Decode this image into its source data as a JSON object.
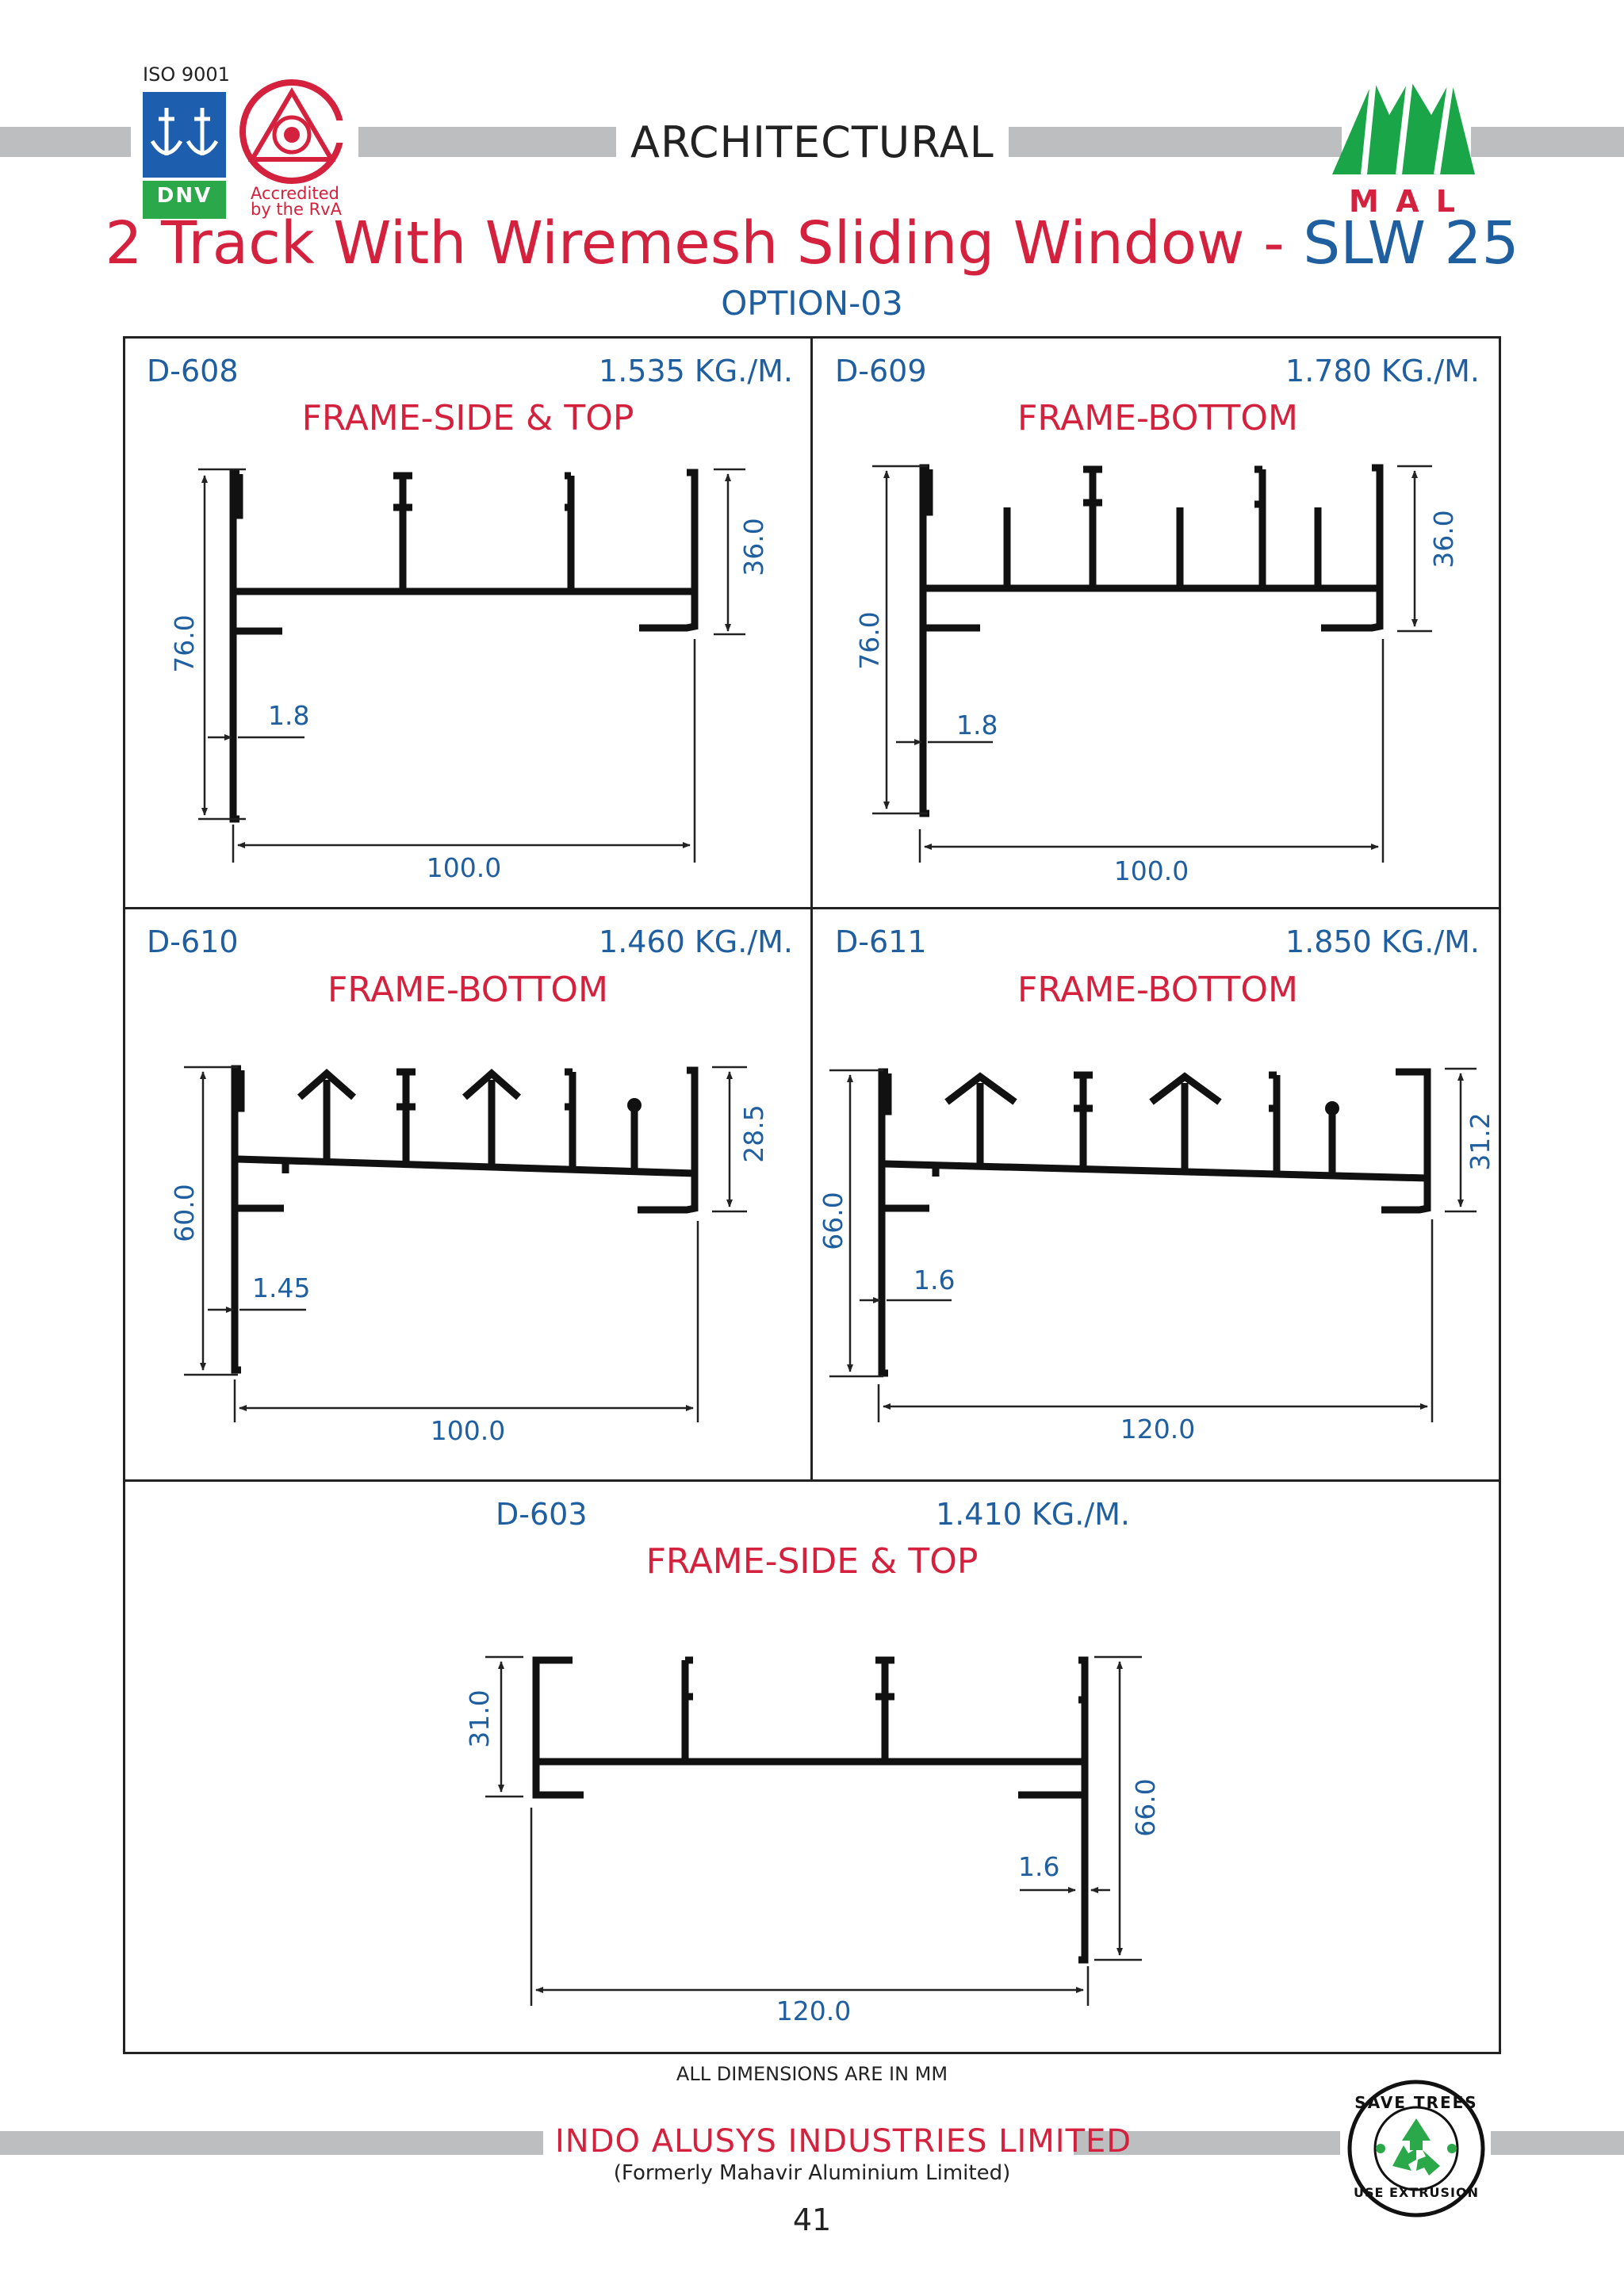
{
  "header": {
    "iso": "ISO 9001",
    "dnv": "DNV",
    "accredited": "Accredited",
    "by_rva": "by the RvA",
    "category": "ARCHITECTURAL",
    "brand": "M A L"
  },
  "title": {
    "main": "2 Track With Wiremesh Sliding Window - ",
    "series": "SLW 25",
    "option": "OPTION-03"
  },
  "colors": {
    "red": "#d4213d",
    "blue": "#1f5fa0",
    "band": "#bdbebf",
    "logo_green": "#1aa548"
  },
  "profiles": [
    {
      "code": "D-608",
      "weight": "1.535 KG./M.",
      "name": "FRAME-SIDE & TOP",
      "height": "76.0",
      "width": "100.0",
      "depth": "36.0",
      "thickness": "1.8"
    },
    {
      "code": "D-609",
      "weight": "1.780 KG./M.",
      "name": "FRAME-BOTTOM",
      "height": "76.0",
      "width": "100.0",
      "depth": "36.0",
      "thickness": "1.8"
    },
    {
      "code": "D-610",
      "weight": "1.460 KG./M.",
      "name": "FRAME-BOTTOM",
      "height": "60.0",
      "width": "100.0",
      "depth": "28.5",
      "thickness": "1.45"
    },
    {
      "code": "D-611",
      "weight": "1.850 KG./M.",
      "name": "FRAME-BOTTOM",
      "height": "66.0",
      "width": "120.0",
      "depth": "31.2",
      "thickness": "1.6"
    },
    {
      "code": "D-603",
      "weight": "1.410 KG./M.",
      "name": "FRAME-SIDE & TOP",
      "height": "66.0",
      "width": "120.0",
      "depth": "31.0",
      "thickness": "1.6"
    }
  ],
  "notes": {
    "dims": "ALL DIMENSIONS ARE IN MM"
  },
  "footer": {
    "company": "INDO ALUSYS INDUSTRIES LIMITED",
    "formerly": "(Formerly Mahavir Aluminium Limited)",
    "page": "41",
    "badge_top": "SAVE TREES",
    "badge_bottom": "USE EXTRUSION"
  }
}
